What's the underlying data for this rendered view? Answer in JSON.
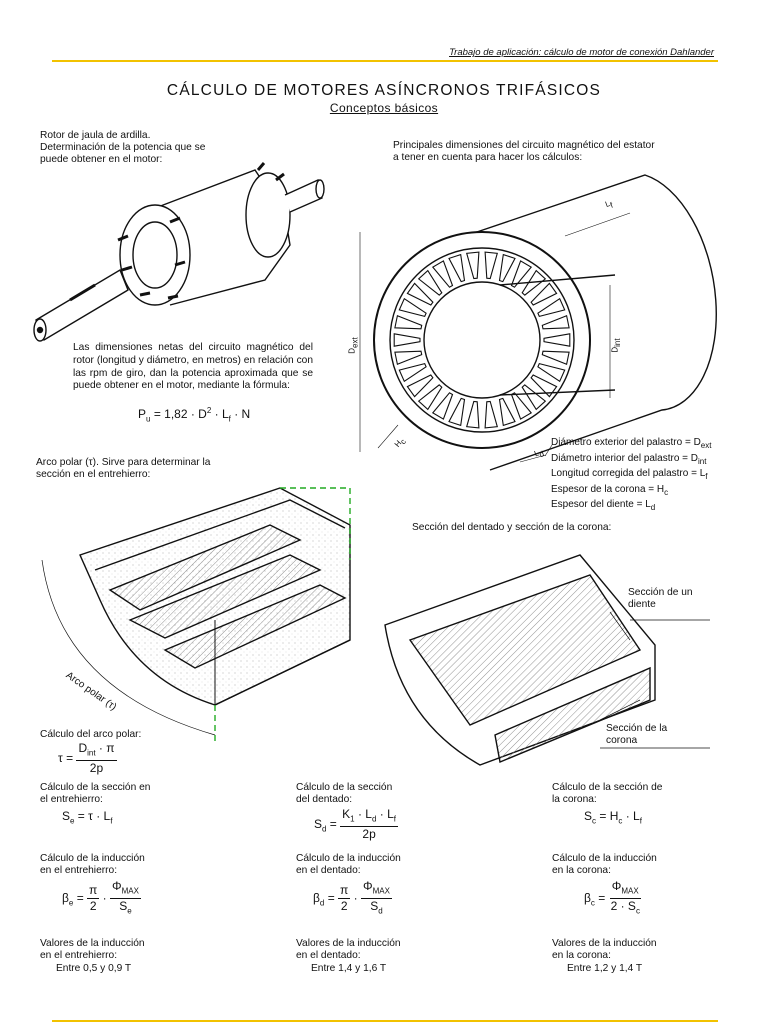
{
  "header": {
    "running_title": "Trabajo de aplicación: cálculo de  motor de conexión Dahlander",
    "title": "CÁLCULO DE MOTORES ASÍNCRONOS TRIFÁSICOS",
    "subtitle": "Conceptos básicos"
  },
  "rotor": {
    "caption": "Rotor de jaula de ardilla.\nDeterminación de la potencia que se\npuede obtener en el motor:",
    "paragraph": "Las dimensiones netas del circuito magnético del rotor (longitud y diámetro, en metros) en relación con las rpm de giro, dan la potencia aproximada que se puede obtener en el motor, mediante la fórmula:",
    "formula": {
      "lhs": "P",
      "lhs_sub": "u",
      "rhs": "= 1,82 · D",
      "sup": "2",
      "mid": " · L",
      "mid_sub": "f",
      "end": " · N"
    }
  },
  "stator": {
    "caption": "Principales dimensiones del circuito magnético del estator\na tener en cuenta para hacer los cálculos:",
    "dim_labels": {
      "lf": "L",
      "lf_sub": "f",
      "dext": "D",
      "dext_sub": "ext",
      "dint": "D",
      "dint_sub": "int",
      "hc": "H",
      "hc_sub": "c",
      "ld": "L",
      "ld_sub": "d"
    },
    "legend": [
      {
        "text": "Diámetro exterior del palastro = D",
        "sub": "ext"
      },
      {
        "text": "Diámetro interior del palastro = D",
        "sub": "int"
      },
      {
        "text": "Longitud corregida del palastro = L",
        "sub": "f"
      },
      {
        "text": "Espesor de la corona = H",
        "sub": "c"
      },
      {
        "text": "Espesor del diente = L",
        "sub": "d"
      }
    ]
  },
  "polar": {
    "caption": "Arco polar (τ). Sirve para determinar la\nsección en el entrehierro:",
    "arc_label": "Arco polar (τ)"
  },
  "section": {
    "caption": "Sección del dentado y sección de la corona:",
    "tooth_label": "Sección de un\ndiente",
    "crown_label": "Sección de la\ncorona"
  },
  "formulas": {
    "arco": {
      "title": "Cálculo del arco polar:",
      "lhs": "τ =",
      "num": "D",
      "num_sub": "int",
      "num_end": " · π",
      "den": "2p"
    },
    "col1": {
      "sec_title": "Cálculo de la sección en\nel entrehierro:",
      "sec_lhs": "S",
      "sec_sub": "e",
      "sec_rhs": " = τ · L",
      "sec_rhs_sub": "f",
      "ind_title": "Cálculo de la inducción\nen el entrehierro:",
      "ind_lhs": "β",
      "ind_sub": "e",
      "ind_eq": " =",
      "pi_num": "π",
      "pi_den": "2",
      "phi": "Φ",
      "phi_sub": "MAX",
      "phi_den": "S",
      "phi_den_sub": "e",
      "val_title": "Valores de la inducción\nen el entrehierro:",
      "val": "Entre 0,5 y 0,9 T"
    },
    "col2": {
      "sec_title": "Cálculo de la sección\ndel dentado:",
      "sec_lhs": "S",
      "sec_sub": "d",
      "sec_num": "K",
      "sec_num_sub": "1",
      "sec_num_mid": " · L",
      "sec_num_sub2": "d",
      "sec_num_end": " · L",
      "sec_num_sub3": "f",
      "sec_den": "2p",
      "ind_title": "Cálculo de la inducción\nen el dentado:",
      "ind_lhs": "β",
      "ind_sub": "d",
      "ind_eq": " =",
      "pi_num": "π",
      "pi_den": "2",
      "phi": "Φ",
      "phi_sub": "MAX",
      "phi_den": "S",
      "phi_den_sub": "d",
      "val_title": "Valores de la inducción\nen el dentado:",
      "val": "Entre 1,4 y 1,6 T"
    },
    "col3": {
      "sec_title": "Cálculo de la sección de\nla corona:",
      "sec_lhs": "S",
      "sec_sub": "c",
      "sec_rhs": " = H",
      "sec_rhs_sub": "c",
      "sec_rhs_end": " · L",
      "sec_rhs_sub2": "f",
      "ind_title": "Cálculo de la inducción\nen la corona:",
      "ind_lhs": "β",
      "ind_sub": "c",
      "ind_eq": " =",
      "phi": "Φ",
      "phi_sub": "MAX",
      "phi_den": "2 · S",
      "phi_den_sub": "c",
      "val_title": "Valores de la inducción\nen la corona:",
      "val": "Entre 1,2 y 1,4 T"
    }
  }
}
